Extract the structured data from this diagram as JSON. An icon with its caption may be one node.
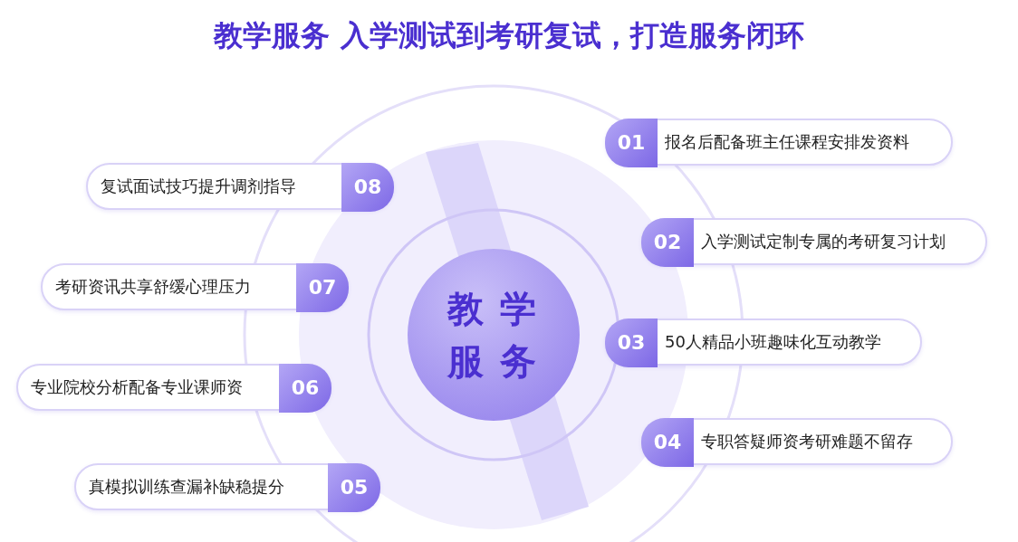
{
  "diagram": {
    "title": "教学服务 入学测试到考研复试，打造服务闭环",
    "nodes": [
      {
        "text": [
          "教学服务"
        ]
      },
      {
        "text": [
          "01",
          "报名后配备班主任课程安排发资料"
        ]
      },
      {
        "text": [
          "02",
          "入学测试定制专属的考研复习计划"
        ]
      },
      {
        "text": [
          "03",
          "50人精品小班趣味化互动教学"
        ]
      },
      {
        "text": [
          "04",
          "专职答疑师资考研难题不留存"
        ]
      },
      {
        "text": [
          "真模拟训练查漏补缺稳提分",
          "05"
        ]
      },
      {
        "text": [
          "专业院校分析配备专业课师资",
          "06"
        ]
      },
      {
        "text": [
          "考研资讯共享舒缓心理压力",
          "07"
        ]
      },
      {
        "text": [
          "复试面试技巧提升调剂指导",
          "08"
        ]
      }
    ],
    "edges": []
  }
}
